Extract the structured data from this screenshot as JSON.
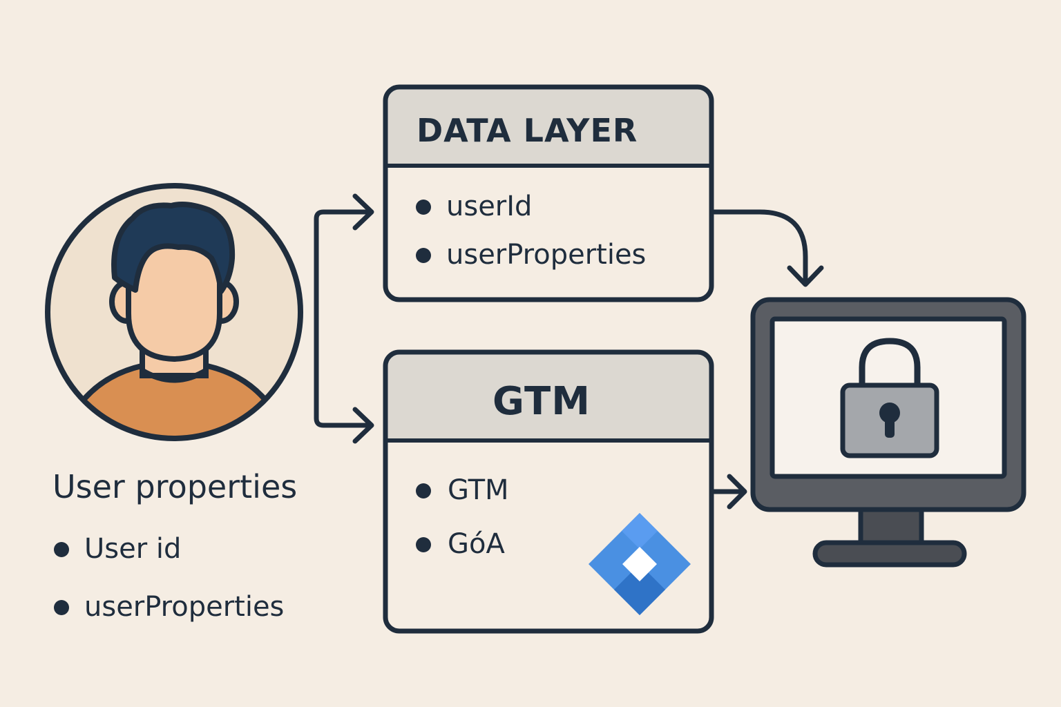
{
  "user_card": {
    "title": "User properties",
    "items": [
      "User id",
      "userProperties"
    ],
    "avatar_icon": "person-avatar-icon"
  },
  "data_layer": {
    "heading": "DATA LAYER",
    "items": [
      "userId",
      "userProperties"
    ]
  },
  "gtm": {
    "heading": "GTM",
    "items": [
      "GTM",
      "GóA"
    ],
    "logo_icon": "google-tag-manager-logo-icon"
  },
  "device": {
    "screen_icon": "monitor-icon",
    "lock_icon": "padlock-icon"
  },
  "colors": {
    "background": "#f5ede3",
    "outline": "#1f2d3d",
    "header_fill": "#dcd8d1",
    "shirt": "#d98f52",
    "gtm_blue": "#4a90e2"
  }
}
